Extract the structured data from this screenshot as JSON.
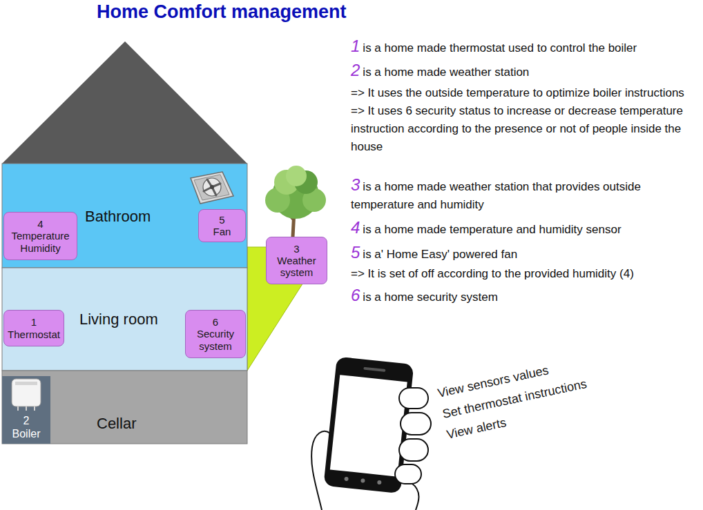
{
  "diagram": {
    "title": "Home Comfort management",
    "nodes": [
      {
        "text": [
          "Bathroom"
        ]
      },
      {
        "text": [
          "4",
          "Temperature Humidity"
        ],
        "in": 0
      },
      {
        "text": [
          "5",
          "Fan"
        ],
        "in": 0
      },
      {
        "text": [
          "3",
          "Weather system"
        ]
      },
      {
        "text": [
          "Living room"
        ]
      },
      {
        "text": [
          "1",
          "Thermostat"
        ],
        "in": 4
      },
      {
        "text": [
          "6",
          "Security system"
        ],
        "in": 4
      },
      {
        "text": [
          "Cellar"
        ]
      },
      {
        "text": [
          "2",
          "Boiler"
        ],
        "in": 7
      }
    ],
    "labels": [
      "1",
      "is a home made thermostat used to control the boiler",
      "2",
      "is a home made weather station",
      "=> It uses the outside temperature to optimize boiler instructions",
      "=> It uses 6 security status to increase or decrease temperature instruction according to the presence or not of people inside the house",
      "3",
      "is a home made weather station that provides outside temperature and humidity",
      "4",
      "is a home made temperature and humidity sensor",
      "5",
      "is a' Home Easy' powered fan",
      "=> It is set of off according to the provided humidity (4)",
      "6",
      "is a home security system",
      "View sensors values",
      "Set thermostat instructions",
      "View alerts"
    ]
  }
}
